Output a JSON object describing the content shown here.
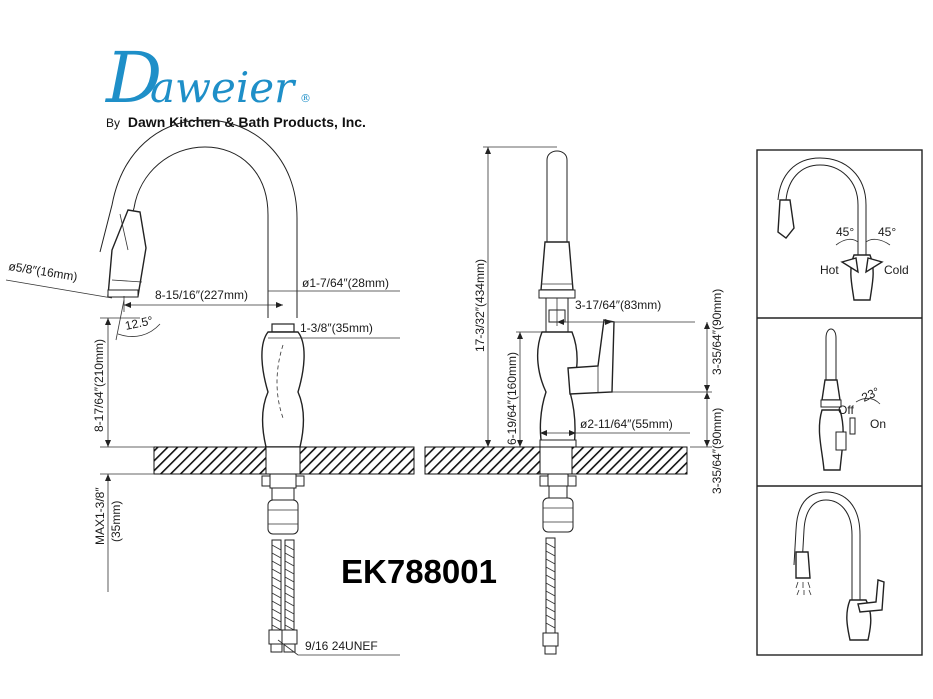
{
  "brand": {
    "logo_text": "Daweier",
    "registered_mark": "®",
    "byline_prefix": "By",
    "byline_company": "Dawn Kitchen & Bath Products, Inc.",
    "color": "#1e8fc8"
  },
  "model_number": "EK788001",
  "front_view": {
    "spray_head_diameter": "ø5/8″(16mm)",
    "reach": "8-15/16″(227mm)",
    "spout_diameter": "ø1-7/64″(28mm)",
    "body_diameter": "1-3/8″(35mm)",
    "spray_angle": "12.5°",
    "height_under_spout": "8-17/64″(210mm)",
    "max_deck_line1": "MAX1-3/8″",
    "max_deck_line2": "(35mm)",
    "thread_spec": "9/16 24UNEF"
  },
  "side_view": {
    "total_height": "17-3/32″(434mm)",
    "handle_reach": "3-17/64″(83mm)",
    "handle_height": "6-19/64″(160mm)",
    "base_diameter": "ø2-11/64″(55mm)",
    "clearance_upper": "3-35/64″(90mm)",
    "clearance_lower": "3-35/64″(90mm)"
  },
  "panels": {
    "rotation": {
      "left_angle": "45°",
      "right_angle": "45°",
      "hot_label": "Hot",
      "cold_label": "Cold"
    },
    "switch": {
      "angle": "23°",
      "off_label": "Off",
      "on_label": "On"
    }
  }
}
